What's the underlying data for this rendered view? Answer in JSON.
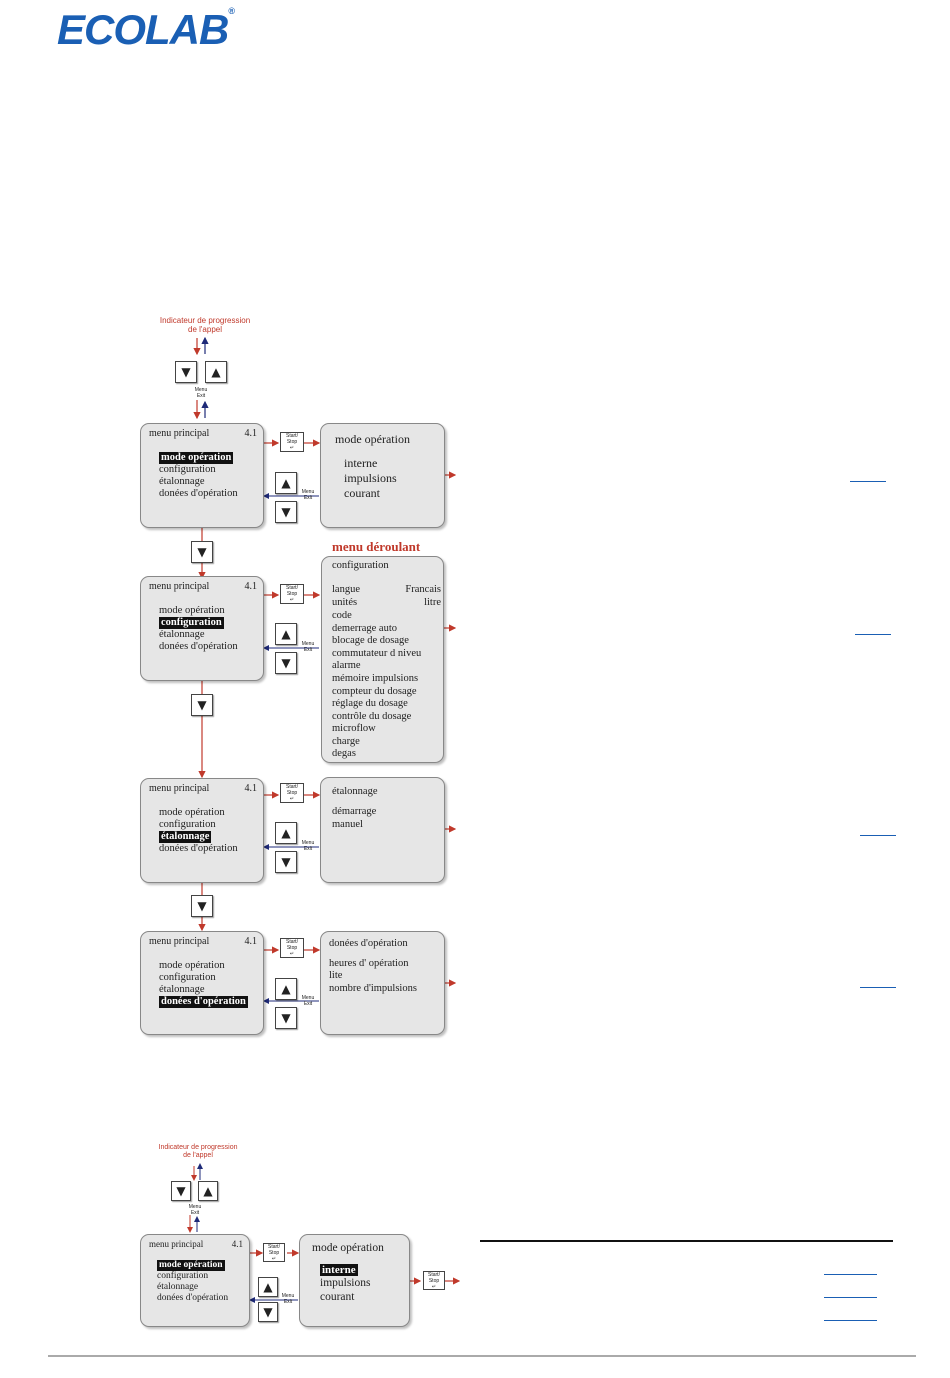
{
  "logo": {
    "text": "ECOLAB",
    "mark": "®",
    "color": "#1a5fb4"
  },
  "indicator": {
    "line1": "Indicateur de progression",
    "line2": "de l'appel"
  },
  "keys": {
    "menu": "Menu",
    "exit": "Exit",
    "start": "Start/",
    "stop": "Stop"
  },
  "lcd": {
    "title": "menu principal",
    "number": "4.1",
    "items": [
      "mode opération",
      "configuration",
      "étalonnage",
      "donées d'opération"
    ]
  },
  "dropdown_label": "menu déroulant",
  "sub_mode": {
    "title": "mode opération",
    "items": [
      "interne",
      "impulsions",
      "courant"
    ]
  },
  "sub_config": {
    "title": "configuration",
    "items": [
      "langue",
      "unités",
      "code",
      "demerrage auto",
      "blocage de dosage",
      "commutateur d niveu",
      "alarme",
      "mémoire impulsions",
      "compteur du dosage",
      "réglage du dosage",
      "contrôle du dosage",
      "microflow",
      "charge",
      "degas"
    ],
    "values": {
      "langue": "Francais",
      "unites": "litre"
    }
  },
  "sub_calib": {
    "title": "étalonnage",
    "items": [
      "démarrage",
      "manuel"
    ]
  },
  "sub_opdata": {
    "title": "donées d'opération",
    "items": [
      "heures d' opération",
      "lite",
      "nombre d'impulsions"
    ]
  }
}
